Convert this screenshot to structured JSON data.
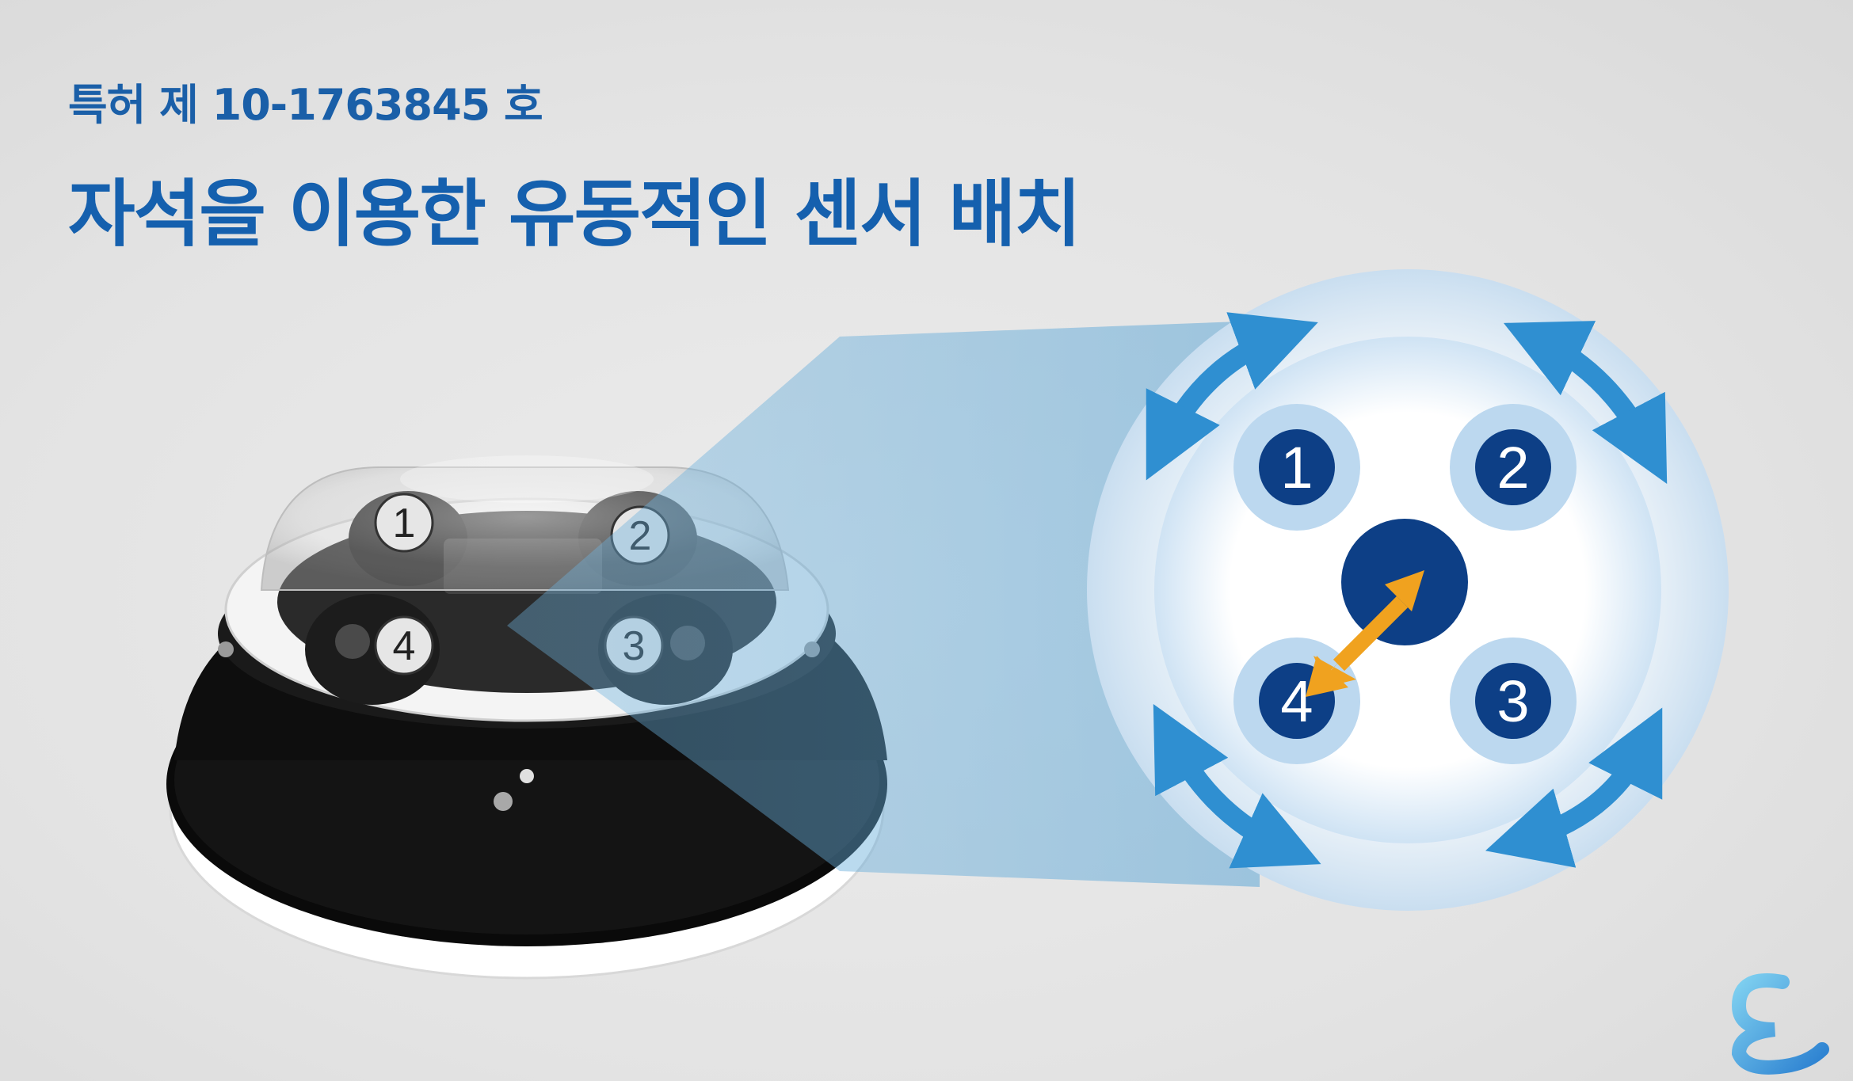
{
  "header": {
    "patent_number": "특허 제 10-1763845 호",
    "title": "자석을 이용한 유동적인 센서 배치"
  },
  "camera": {
    "lens_labels": [
      "1",
      "2",
      "3",
      "4"
    ]
  },
  "diagram": {
    "sensor_labels": [
      "1",
      "2",
      "3",
      "4"
    ]
  },
  "colors": {
    "title_blue": "#1560ae",
    "sensor_navy": "#0d3f86",
    "halo_blue": "#bcd8ef",
    "arrow_blue": "#2f8fd1",
    "arrow_orange": "#f0a21f",
    "background": "#e3e3e3"
  },
  "icons": [
    "rotate-arrow-icon",
    "move-arrow-icon",
    "logo-icon"
  ]
}
